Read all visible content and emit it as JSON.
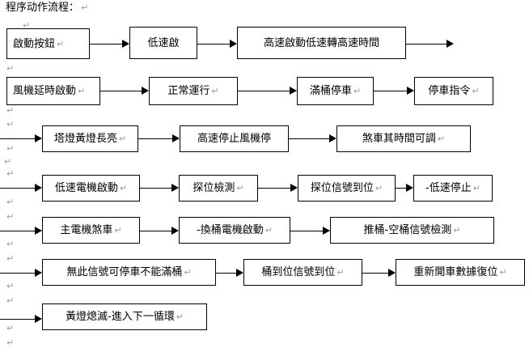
{
  "document": {
    "title": "程序动作流程：",
    "pilcrow_glyph": "↵"
  },
  "flow": {
    "nodes": [
      {
        "id": "n1",
        "label": "啟動按鈕",
        "row": 1,
        "col": 1
      },
      {
        "id": "n2",
        "label": "低速啟",
        "row": 1,
        "col": 2
      },
      {
        "id": "n3",
        "label": "高速啟動低速轉高速時間",
        "row": 1,
        "col": 3
      },
      {
        "id": "n4",
        "label": "風機延時啟動",
        "row": 2,
        "col": 1
      },
      {
        "id": "n5",
        "label": "正常運行",
        "row": 2,
        "col": 2
      },
      {
        "id": "n6",
        "label": "滿桶停車",
        "row": 2,
        "col": 3
      },
      {
        "id": "n7",
        "label": "停車指令",
        "row": 2,
        "col": 4
      },
      {
        "id": "n8",
        "label": "塔燈黃燈長亮",
        "row": 3,
        "col": 1
      },
      {
        "id": "n9",
        "label": "高速停止風機停",
        "row": 3,
        "col": 2
      },
      {
        "id": "n10",
        "label": "煞車其時間可調",
        "row": 3,
        "col": 3
      },
      {
        "id": "n11",
        "label": "低速電機啟動",
        "row": 4,
        "col": 1
      },
      {
        "id": "n12",
        "label": "探位檢測",
        "row": 4,
        "col": 2
      },
      {
        "id": "n13",
        "label": "探位信號到位",
        "row": 4,
        "col": 3
      },
      {
        "id": "n14",
        "label": "-低速停止",
        "row": 4,
        "col": 4
      },
      {
        "id": "n15",
        "label": "主電機煞車",
        "row": 5,
        "col": 1
      },
      {
        "id": "n16",
        "label": "-換桶電機啟動",
        "row": 5,
        "col": 2
      },
      {
        "id": "n17",
        "label": "推桶-空桶信號檢測",
        "row": 5,
        "col": 3
      },
      {
        "id": "n18",
        "label": "無此信號可停車不能滿桶",
        "row": 6,
        "col": 1
      },
      {
        "id": "n19",
        "label": "桶到位信號到位",
        "row": 6,
        "col": 2
      },
      {
        "id": "n20",
        "label": "重新開車數據復位",
        "row": 6,
        "col": 3
      },
      {
        "id": "n21",
        "label": "黃燈熄滅-進入下一循環",
        "row": 7,
        "col": 1
      }
    ],
    "edges": [
      {
        "from": "n1",
        "to": "n2"
      },
      {
        "from": "n2",
        "to": "n3"
      },
      {
        "from": "n3",
        "to": ""
      },
      {
        "from": "n4",
        "to": "n5"
      },
      {
        "from": "n5",
        "to": "n6"
      },
      {
        "from": "n6",
        "to": "n7"
      },
      {
        "from": "",
        "to": "n8"
      },
      {
        "from": "n8",
        "to": "n9"
      },
      {
        "from": "n9",
        "to": "n10"
      },
      {
        "from": "",
        "to": "n11"
      },
      {
        "from": "n11",
        "to": "n12"
      },
      {
        "from": "n12",
        "to": "n13"
      },
      {
        "from": "n13",
        "to": "n14"
      },
      {
        "from": "",
        "to": "n15"
      },
      {
        "from": "n15",
        "to": "n16"
      },
      {
        "from": "n16",
        "to": "n17"
      },
      {
        "from": "",
        "to": "n18"
      },
      {
        "from": "n18",
        "to": "n19"
      },
      {
        "from": "n19",
        "to": "n20"
      },
      {
        "from": "",
        "to": "n21"
      }
    ]
  },
  "colors": {
    "page_background": "#ffffff",
    "stroke": "#000000",
    "text": "#000000",
    "pilcrow": "#9a9a9a"
  }
}
